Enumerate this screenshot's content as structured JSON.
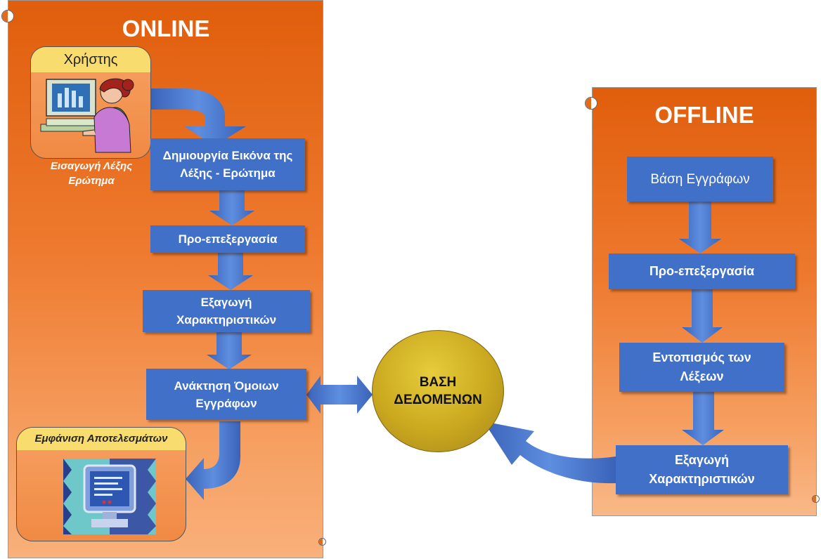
{
  "online": {
    "title": "ONLINE",
    "user_card": {
      "label": "Χρήστης"
    },
    "user_caption": [
      "Εισαγωγή Λέξης",
      "Ερώτημα"
    ],
    "steps": [
      {
        "line1": "Δημιουργία Εικόνα της",
        "line2": "Λέξης - Ερώτημα"
      },
      {
        "line1": "Προ-επεξεργασία",
        "line2": ""
      },
      {
        "line1": "Εξαγωγή",
        "line2": "Χαρακτηριστικών"
      },
      {
        "line1": "Ανάκτηση Όμοιων",
        "line2": "Εγγράφων"
      }
    ],
    "results_card": {
      "label": "Εμφάνιση Αποτελεσμάτων"
    }
  },
  "offline": {
    "title": "OFFLINE",
    "steps": [
      {
        "line1": "Βάση Εγγράφων",
        "line2": ""
      },
      {
        "line1": "Προ-επεξεργασία",
        "line2": ""
      },
      {
        "line1": "Εντοπισμός των",
        "line2": "Λέξεων"
      },
      {
        "line1": "Εξαγωγή",
        "line2": "Χαρακτηριστικών"
      }
    ]
  },
  "database": {
    "line1": "ΒΑΣΗ",
    "line2": "ΔΕΔΟΜΕΝΩΝ"
  },
  "colors": {
    "panel_orange": "#e05e0c",
    "box_blue": "#4170c9",
    "arrow_blue": "#4a78d0",
    "db_gold": "#caa81f",
    "card_header_yellow": "#f8dd6e"
  }
}
